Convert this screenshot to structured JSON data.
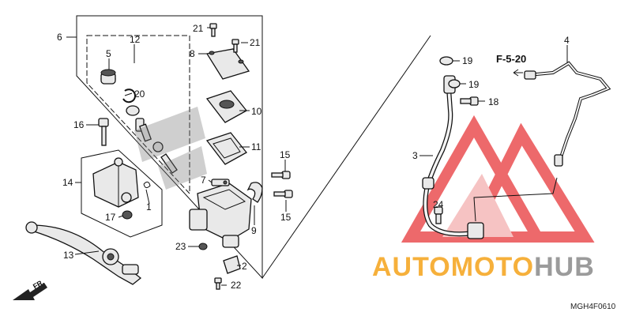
{
  "diagram": {
    "callouts": {
      "c1": "1",
      "c2": "2",
      "c3": "3",
      "c4": "4",
      "c5": "5",
      "c6": "6",
      "c7": "7",
      "c8": "8",
      "c9": "9",
      "c10": "10",
      "c11": "11",
      "c12": "12",
      "c13": "13",
      "c14": "14",
      "c15a": "15",
      "c15b": "15",
      "c16": "16",
      "c17": "17",
      "c18": "18",
      "c19a": "19",
      "c19b": "19",
      "c20": "20",
      "c21a": "21",
      "c21b": "21",
      "c22": "22",
      "c23": "23",
      "c24": "24"
    },
    "reference": "F-5-20",
    "direction_label": "FR.",
    "diagram_code": "MGH4F0610"
  },
  "watermark": {
    "text_a": "AUTO",
    "text_b": "MOTO",
    "text_c": "HUB",
    "colors": {
      "orange": "#f5a31a",
      "gray": "#8a8a8a",
      "red": "#e8373a"
    }
  }
}
